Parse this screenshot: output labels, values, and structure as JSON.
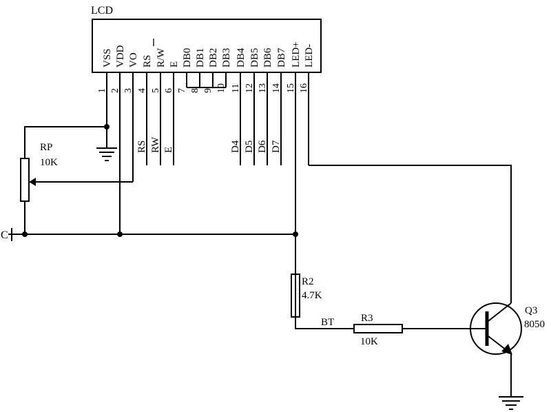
{
  "lcd": {
    "title": "LCD",
    "pin_names": [
      "VSS",
      "VDD",
      "VO",
      "RS",
      "R/W",
      "E",
      "DB0",
      "DB1",
      "DB2",
      "DB3",
      "DB4",
      "DB5",
      "DB6",
      "DB7",
      "LED+",
      "LED-"
    ],
    "pin_numbers": [
      "1",
      "2",
      "3",
      "4",
      "5",
      "6",
      "7",
      "8",
      "9",
      "10",
      "11",
      "12",
      "13",
      "14",
      "15",
      "16"
    ]
  },
  "net_labels": [
    "RS",
    "RW",
    "E",
    "D4",
    "D5",
    "D6",
    "D7"
  ],
  "components": {
    "rp_name": "RP",
    "rp_value": "10K",
    "r2_name": "R2",
    "r2_value": "4.7K",
    "r3_name": "R3",
    "r3_value": "10K",
    "q3_name": "Q3",
    "q3_type": "8050",
    "bt_label": "BT",
    "c_label": "C"
  }
}
